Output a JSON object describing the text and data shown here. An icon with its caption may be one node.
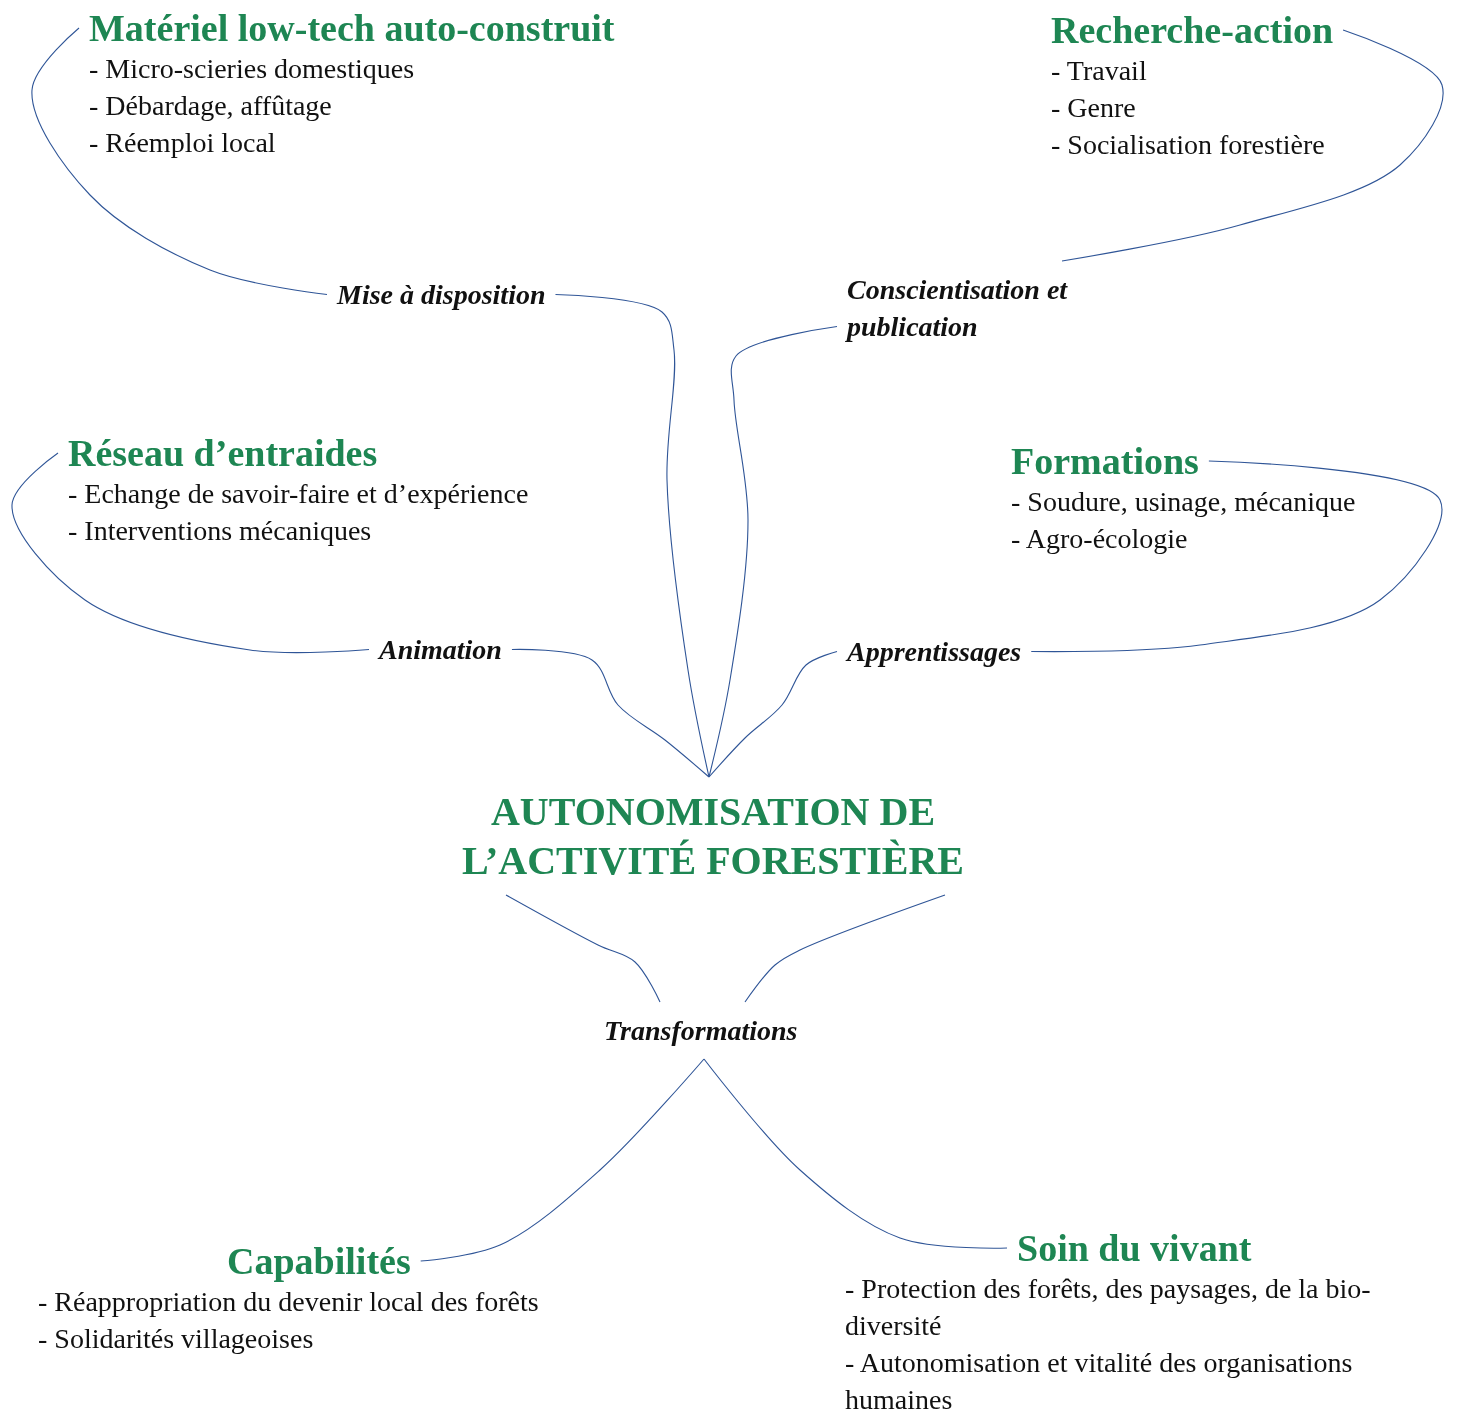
{
  "diagram": {
    "nodes": [
      {
        "text": [
          "Matériel low-tech auto-construit",
          "- Micro-scieries domestiques",
          "- Débardage, affûtage",
          "- Réemploi local"
        ]
      },
      {
        "text": [
          "Recherche-action",
          "- Travail",
          "- Genre",
          "- Socialisation forestière"
        ]
      },
      {
        "text": [
          "Mise à disposition"
        ]
      },
      {
        "text": [
          "Conscientisation et publication"
        ]
      },
      {
        "text": [
          "Réseau d’entraides",
          "- Echange de savoir-faire et d’expérience",
          "- Interventions mécaniques"
        ]
      },
      {
        "text": [
          "Formations",
          "- Soudure, usinage, mécanique",
          "- Agro-écologie"
        ]
      },
      {
        "text": [
          "Animation"
        ]
      },
      {
        "text": [
          "Apprentissages"
        ]
      },
      {
        "text": [
          "AUTONOMISATION DE L’ACTIVITÉ FORESTIÈRE"
        ]
      },
      {
        "text": [
          "Transformations"
        ]
      },
      {
        "text": [
          "Capabilités",
          "- Réappropriation du devenir local des forêts",
          "- Solidarités villageoises"
        ]
      },
      {
        "text": [
          "Soin du vivant",
          "- Protection des forêts, des paysages, de la bio-diversité",
          "- Autonomisation et vitalité des organisations humaines"
        ]
      }
    ],
    "edges": [
      {
        "from": 0,
        "to": 2,
        "arrow": "none"
      },
      {
        "from": 2,
        "to": 8,
        "arrow": "none"
      },
      {
        "from": 1,
        "to": 3,
        "arrow": "none"
      },
      {
        "from": 3,
        "to": 8,
        "arrow": "none"
      },
      {
        "from": 4,
        "to": 6,
        "arrow": "none"
      },
      {
        "from": 6,
        "to": 8,
        "arrow": "none"
      },
      {
        "from": 5,
        "to": 7,
        "arrow": "none"
      },
      {
        "from": 7,
        "to": 8,
        "arrow": "none"
      },
      {
        "from": 8,
        "to": 9,
        "arrow": "none"
      },
      {
        "from": 8,
        "to": 9,
        "arrow": "none"
      },
      {
        "from": 9,
        "to": 10,
        "arrow": "none"
      },
      {
        "from": 9,
        "to": 11,
        "arrow": "none"
      }
    ]
  }
}
